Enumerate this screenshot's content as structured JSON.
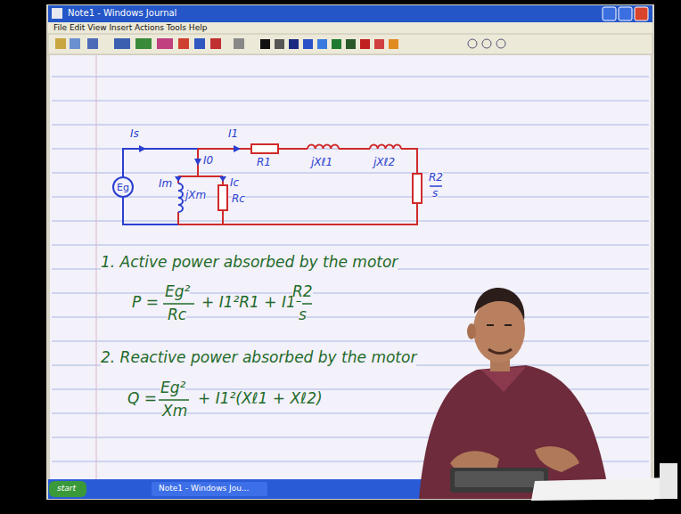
{
  "diagram": {
    "nodes": [
      {
        "text": [
          "Eg"
        ]
      }
    ],
    "labels": [
      "Note1 - Windows Journal",
      "File Edit View Insert Actions Tools Help",
      "Is",
      "I1",
      "I0",
      "Im",
      "jXm",
      "Ic",
      "Rc",
      "R1",
      "jXℓ1",
      "jXℓ2",
      "R2",
      "s",
      "1. Active power absorbed by the motor",
      "P =",
      "Eg²",
      "Rc",
      "+ I1²R1 + I1²",
      "R2",
      "s",
      "2. Reactive power absorbed by the motor",
      "Q =",
      "Eg²",
      "Xm",
      "+ I1²(Xℓ1 + Xℓ2)",
      "start",
      "Note1 - Windows Jou..."
    ]
  }
}
